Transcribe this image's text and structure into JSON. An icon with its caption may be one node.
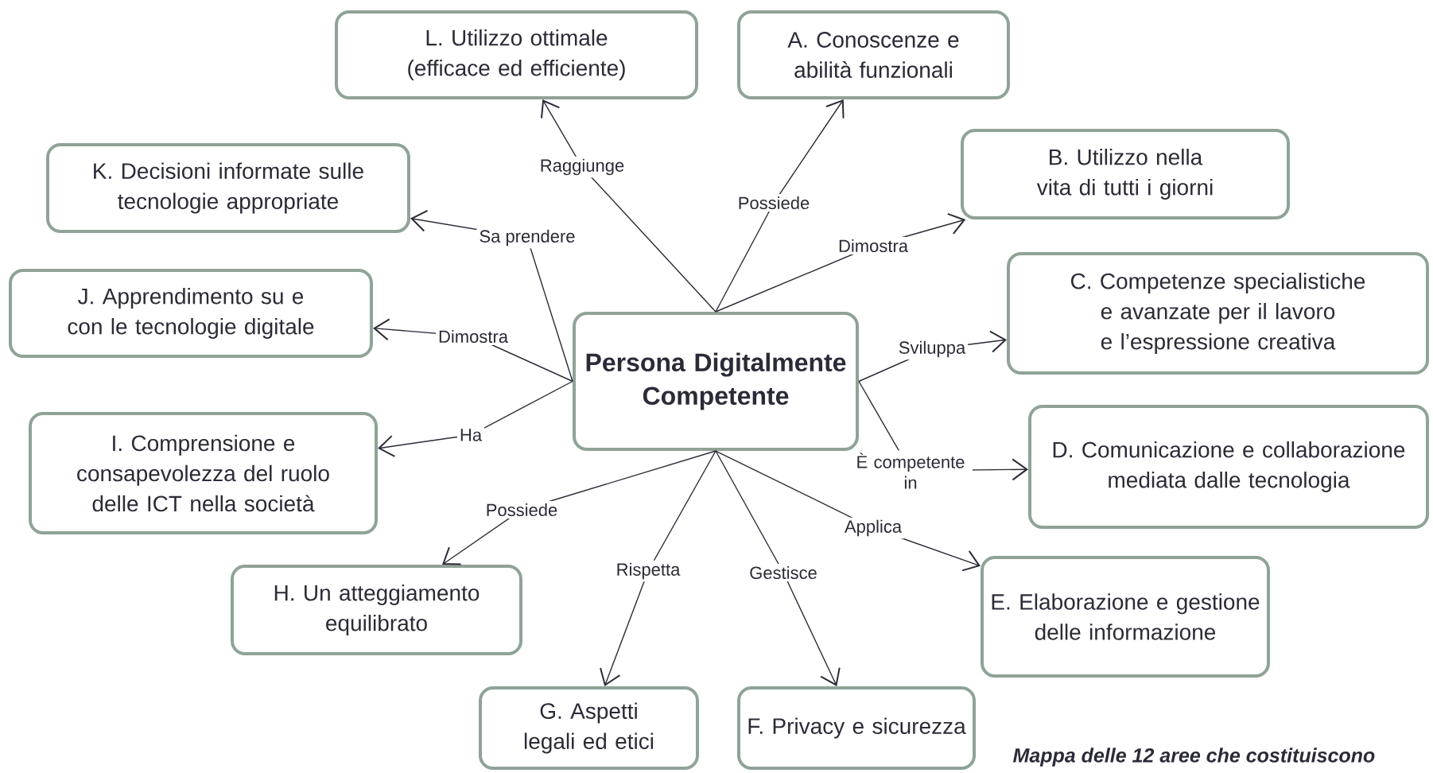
{
  "diagram": {
    "caption": "Mappa delle 12 aree che costituiscono",
    "nodes": [
      {
        "text": [
          "Persona Digitalmente Competente"
        ]
      },
      {
        "text": [
          "A. Conoscenze e abilità funzionali"
        ]
      },
      {
        "text": [
          "B. Utilizzo nella vita di tutti i giorni"
        ]
      },
      {
        "text": [
          "C. Competenze specialistiche e avanzate per il lavoro e l’espressione creativa"
        ]
      },
      {
        "text": [
          "D. Comunicazione e collaborazione mediata dalle tecnologia"
        ]
      },
      {
        "text": [
          "E. Elaborazione e gestione delle informazione"
        ]
      },
      {
        "text": [
          "F. Privacy e sicurezza"
        ]
      },
      {
        "text": [
          "G. Aspetti legali ed etici"
        ]
      },
      {
        "text": [
          "H. Un atteggiamento equilibrato"
        ]
      },
      {
        "text": [
          "I. Comprensione e consapevolezza del ruolo delle ICT nella società"
        ]
      },
      {
        "text": [
          "J. Apprendimento su e con le tecnologie digitale"
        ]
      },
      {
        "text": [
          "K. Decisioni informate sulle tecnologie appropriate"
        ]
      },
      {
        "text": [
          "L. Utilizzo ottimale (efficace ed efficiente)"
        ]
      }
    ],
    "edges": [
      {
        "from": 0,
        "to": 1,
        "arrow": "to",
        "label": "Possiede"
      },
      {
        "from": 0,
        "to": 2,
        "arrow": "to",
        "label": "Dimostra"
      },
      {
        "from": 0,
        "to": 3,
        "arrow": "to",
        "label": "Sviluppa"
      },
      {
        "from": 0,
        "to": 4,
        "arrow": "to",
        "label": "È competente in"
      },
      {
        "from": 0,
        "to": 5,
        "arrow": "to",
        "label": "Applica"
      },
      {
        "from": 0,
        "to": 6,
        "arrow": "to",
        "label": "Gestisce"
      },
      {
        "from": 0,
        "to": 7,
        "arrow": "to",
        "label": "Rispetta"
      },
      {
        "from": 0,
        "to": 8,
        "arrow": "to",
        "label": "Possiede"
      },
      {
        "from": 0,
        "to": 9,
        "arrow": "to",
        "label": "Ha"
      },
      {
        "from": 0,
        "to": 10,
        "arrow": "to",
        "label": "Dimostra"
      },
      {
        "from": 0,
        "to": 11,
        "arrow": "to",
        "label": "Sa prendere"
      },
      {
        "from": 0,
        "to": 12,
        "arrow": "to",
        "label": "Raggiunge"
      }
    ]
  }
}
